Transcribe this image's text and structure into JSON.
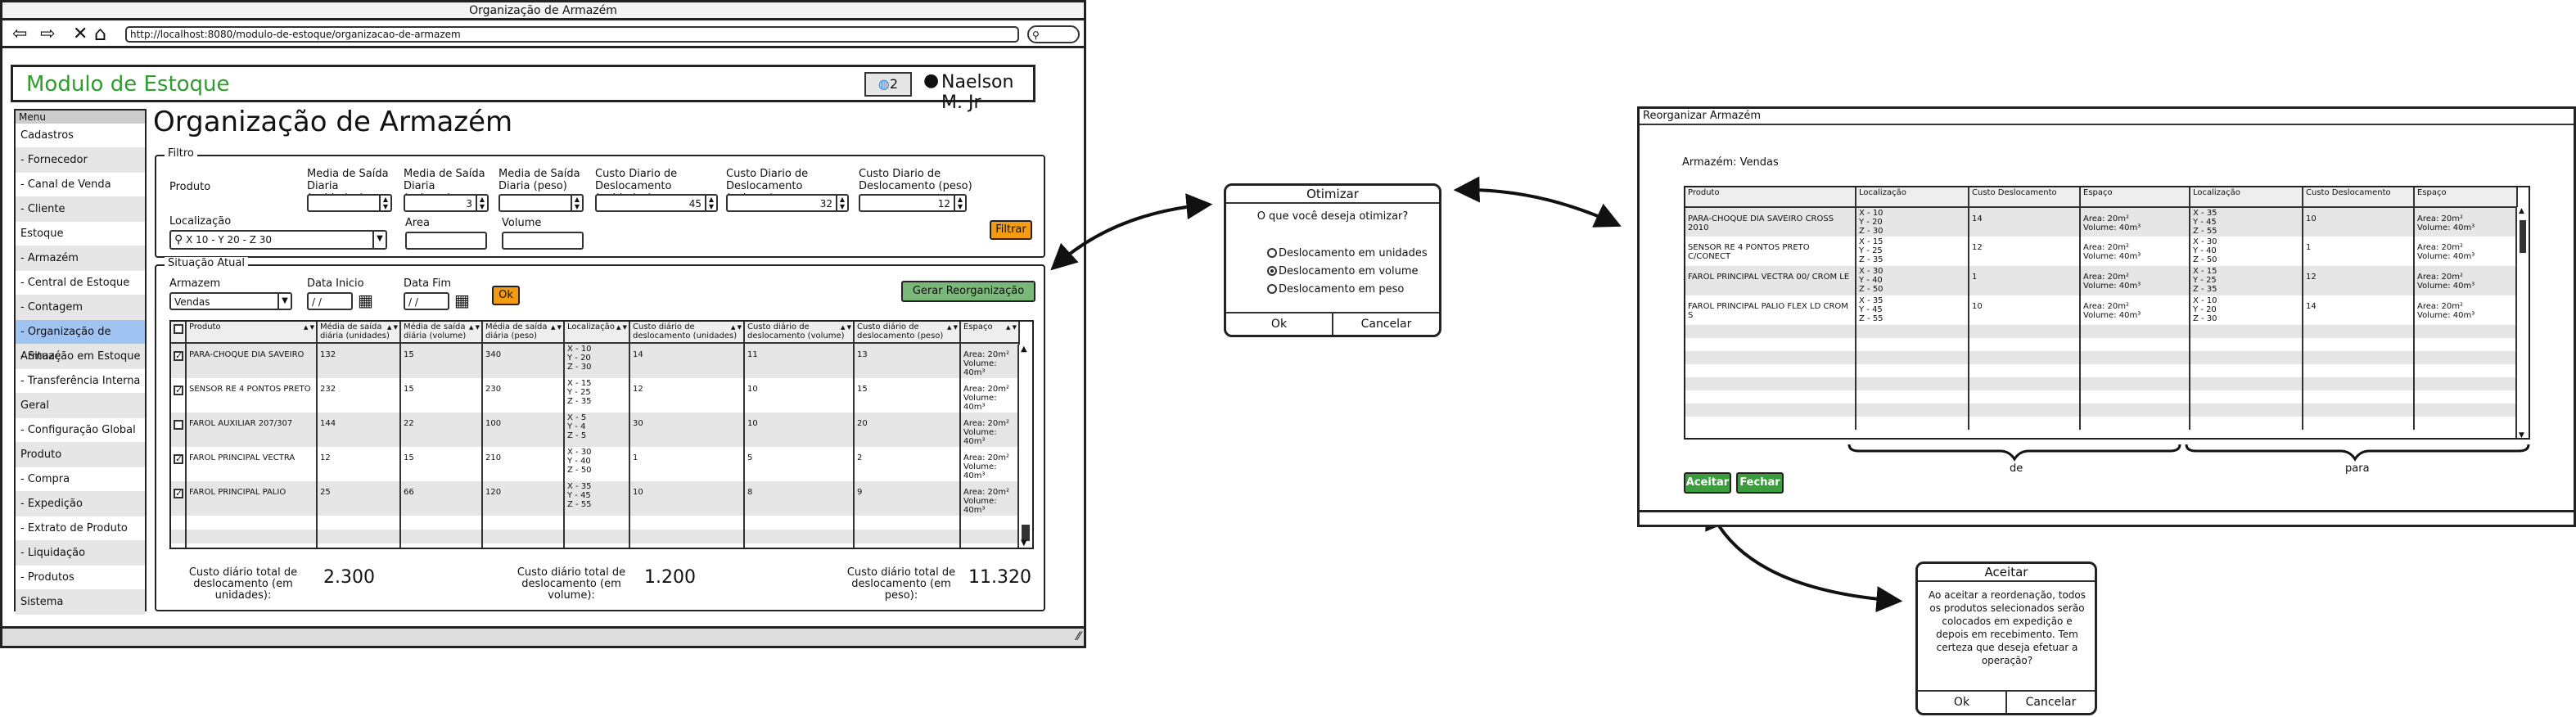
{
  "browser": {
    "title": "Organização de Armazém",
    "url": "http://localhost:8080/modulo-de-estoque/organizacao-de-armazem"
  },
  "header": {
    "app_title": "Modulo de Estoque",
    "notification_count": "2",
    "user_name": "Naelson M. Jr"
  },
  "sidebar": {
    "heading": "Menu",
    "items": [
      {
        "label": "Cadastros"
      },
      {
        "label": "- Fornecedor"
      },
      {
        "label": "- Canal de Venda"
      },
      {
        "label": "- Cliente"
      },
      {
        "label": "Estoque"
      },
      {
        "label": "- Armazém"
      },
      {
        "label": "- Central de Estoque"
      },
      {
        "label": "- Contagem"
      },
      {
        "label": "- Organização de Armazé"
      },
      {
        "label": "- Situação em Estoque"
      },
      {
        "label": "- Transferência Interna"
      },
      {
        "label": "Geral"
      },
      {
        "label": "- Configuração Global"
      },
      {
        "label": "Produto"
      },
      {
        "label": "- Compra"
      },
      {
        "label": "- Expedição"
      },
      {
        "label": "- Extrato de Produto"
      },
      {
        "label": "- Liquidação"
      },
      {
        "label": "- Produtos"
      },
      {
        "label": "Sistema"
      }
    ],
    "selected_index": 8
  },
  "page": {
    "title": "Organização de Armazém"
  },
  "filter": {
    "legend": "Filtro",
    "produto_label": "Produto",
    "media_unidades_label": "Media de Saída Diaria (unidades)",
    "media_volume_label": "Media de Saída Diaria (volume)",
    "media_volume_value": "3",
    "media_peso_label": "Media de Saída Diaria (peso)",
    "custo_unidades_label": "Custo Diario de Deslocamento (unidades)",
    "custo_unidades_value": "45",
    "custo_volume_label": "Custo Diario de Deslocamento (volume)",
    "custo_volume_value": "32",
    "custo_peso_label": "Custo Diario de Deslocamento (peso)",
    "custo_peso_value": "12",
    "localizacao_label": "Localização",
    "localizacao_value": "X 10 - Y 20 - Z 30",
    "area_label": "Area",
    "volume_label": "Volume",
    "filter_button": "Filtrar"
  },
  "situacao": {
    "legend": "Situação Atual",
    "armazem_label": "Armazem",
    "armazem_value": "Vendas",
    "data_inicio_label": "Data Inicio",
    "data_inicio_value": "/ /",
    "data_fim_label": "Data Fim",
    "data_fim_value": "/ /",
    "ok_button": "Ok",
    "gerar_button": "Gerar Reorganização",
    "columns": [
      "Produto",
      "Média de saída diária (unidades)",
      "Média de saída diária (volume)",
      "Média de saída diária (peso)",
      "Localização",
      "Custo diário de deslocamento (unidades)",
      "Custo diário de deslocamento (volume)",
      "Custo diário de deslocamento (peso)",
      "Espaço"
    ],
    "rows": [
      {
        "checked": true,
        "produto": "PARA-CHOQUE DIA SAVEIRO",
        "mu": "132",
        "mv": "15",
        "mp": "340",
        "loc": "X - 10\nY - 20\nZ - 30",
        "cu": "14",
        "cv": "11",
        "cp": "13",
        "esp": "Area: 20m²\nVolume: 40m³"
      },
      {
        "checked": true,
        "produto": "SENSOR RE 4 PONTOS PRETO",
        "mu": "232",
        "mv": "15",
        "mp": "230",
        "loc": "X - 15\nY - 25\nZ - 35",
        "cu": "12",
        "cv": "10",
        "cp": "15",
        "esp": "Area: 20m²\nVolume: 40m³"
      },
      {
        "checked": false,
        "produto": "FAROL AUXILIAR 207/307",
        "mu": "144",
        "mv": "22",
        "mp": "100",
        "loc": "X - 5\nY - 4\nZ - 5",
        "cu": "30",
        "cv": "10",
        "cp": "20",
        "esp": "Area: 20m²\nVolume: 40m³"
      },
      {
        "checked": true,
        "produto": "FAROL PRINCIPAL VECTRA",
        "mu": "12",
        "mv": "15",
        "mp": "210",
        "loc": "X - 30\nY - 40\nZ - 50",
        "cu": "1",
        "cv": "5",
        "cp": "2",
        "esp": "Area: 20m²\nVolume: 40m³"
      },
      {
        "checked": true,
        "produto": "FAROL PRINCIPAL PALIO",
        "mu": "25",
        "mv": "66",
        "mp": "120",
        "loc": "X - 35\nY - 45\nZ - 55",
        "cu": "10",
        "cv": "8",
        "cp": "9",
        "esp": "Area: 20m²\nVolume: 40m³"
      }
    ],
    "totals": [
      {
        "label": "Custo diário total de deslocamento (em unidades):",
        "value": "2.300"
      },
      {
        "label": "Custo diário total de deslocamento (em volume):",
        "value": "1.200"
      },
      {
        "label": "Custo diário total de deslocamento (em peso):",
        "value": "11.320"
      }
    ]
  },
  "otimizar_dialog": {
    "title": "Otimizar",
    "question": "O que você deseja otimizar?",
    "options": [
      "Deslocamento em unidades",
      "Deslocamento em volume",
      "Deslocamento em peso"
    ],
    "selected": 1,
    "ok": "Ok",
    "cancel": "Cancelar"
  },
  "reorg_window": {
    "title": "Reorganizar Armazém",
    "armazem_text": "Armazém: Vendas",
    "columns": [
      "Produto",
      "Localização",
      "Custo Deslocamento",
      "Espaço",
      "Localização",
      "Custo Deslocamento",
      "Espaço"
    ],
    "rows": [
      {
        "produto": "PARA-CHOQUE DIA SAVEIRO CROSS 2010",
        "loc_de": "X - 10\nY - 20\nZ - 30",
        "custo_de": "14",
        "esp_de": "Area: 20m²\nVolume: 40m³",
        "loc_para": "X - 35\nY - 45\nZ - 55",
        "custo_para": "10",
        "esp_para": "Area: 20m²\nVolume: 40m³"
      },
      {
        "produto": "SENSOR RE 4 PONTOS PRETO C/CONECT",
        "loc_de": "X - 15\nY - 25\nZ - 35",
        "custo_de": "12",
        "esp_de": "Area: 20m²\nVolume: 40m³",
        "loc_para": "X - 30\nY - 40\nZ - 50",
        "custo_para": "1",
        "esp_para": "Area: 20m²\nVolume: 40m³"
      },
      {
        "produto": "FAROL PRINCIPAL VECTRA 00/ CROM LE",
        "loc_de": "X - 30\nY - 40\nZ - 50",
        "custo_de": "1",
        "esp_de": "Area: 20m²\nVolume: 40m³",
        "loc_para": "X - 15\nY - 25\nZ - 35",
        "custo_para": "12",
        "esp_para": "Area: 20m²\nVolume: 40m³"
      },
      {
        "produto": "FAROL PRINCIPAL PALIO FLEX LD CROM S",
        "loc_de": "X - 35\nY - 45\nZ - 55",
        "custo_de": "10",
        "esp_de": "Area: 20m²\nVolume: 40m³",
        "loc_para": "X - 10\nY - 20\nZ - 30",
        "custo_para": "14",
        "esp_para": "Area: 20m²\nVolume: 40m³"
      }
    ],
    "de_label": "de",
    "para_label": "para",
    "aceitar_button": "Aceitar",
    "fechar_button": "Fechar"
  },
  "aceitar_dialog": {
    "title": "Aceitar",
    "message": "Ao aceitar a reordenação, todos os produtos selecionados serão colocados em expedição e depois em recebimento. Tem certeza que deseja efetuar a operação?",
    "ok": "Ok",
    "cancel": "Cancelar"
  }
}
